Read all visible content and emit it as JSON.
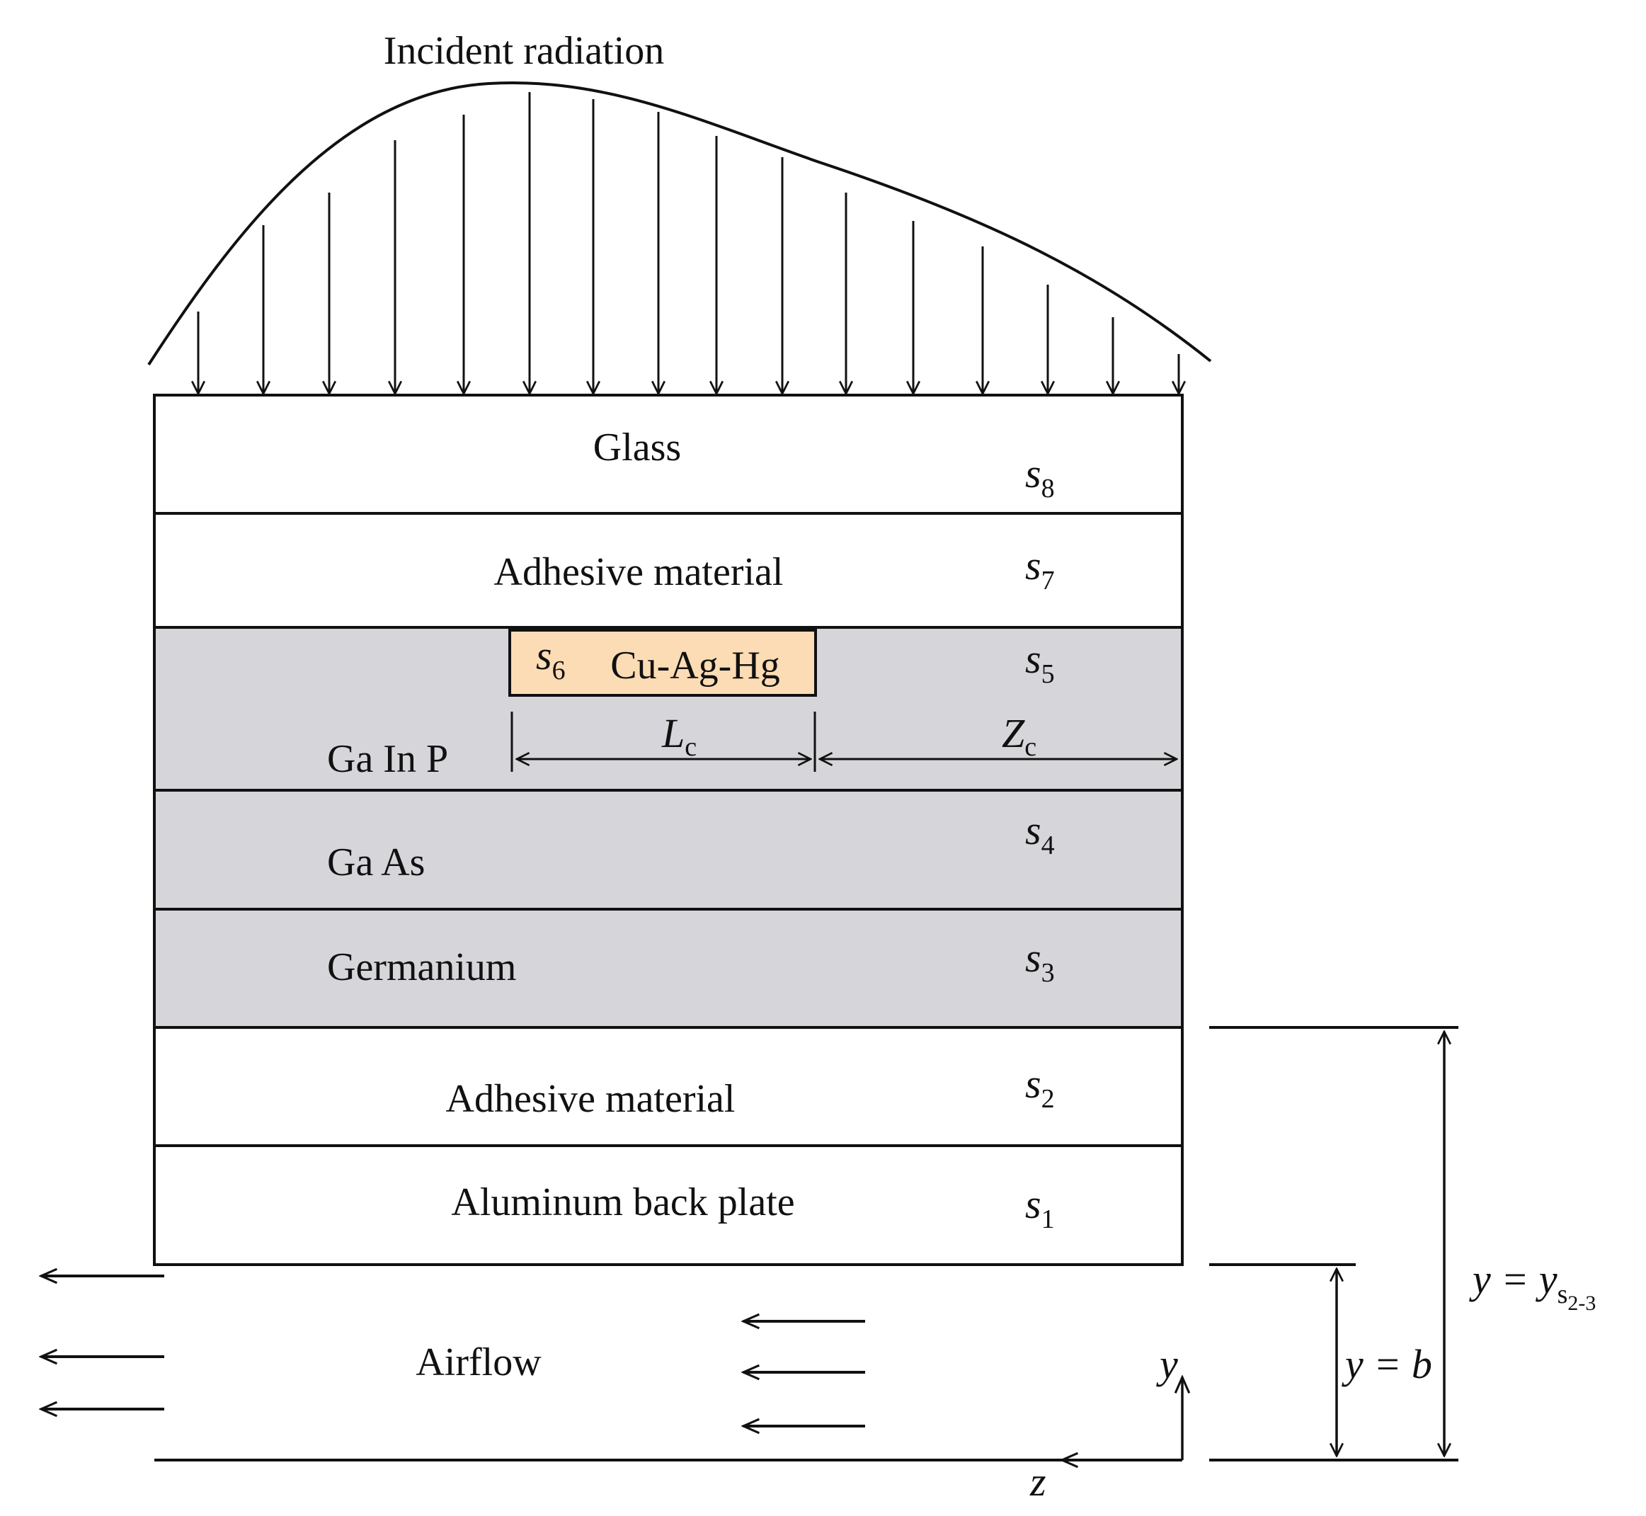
{
  "title": "Incident radiation",
  "layers": [
    {
      "id": "s8",
      "material": "Glass",
      "symbol": "s",
      "sub": "8",
      "color": "#ffffff"
    },
    {
      "id": "s7",
      "material": "Adhesive material",
      "symbol": "s",
      "sub": "7",
      "color": "#ffffff"
    },
    {
      "id": "s5",
      "material": "Ga In P",
      "symbol": "s",
      "sub": "5",
      "color": "#d6d6da"
    },
    {
      "id": "s4",
      "material": "Ga As",
      "symbol": "s",
      "sub": "4",
      "color": "#d6d6da"
    },
    {
      "id": "s3",
      "material": "Germanium",
      "symbol": "s",
      "sub": "3",
      "color": "#d6d6da"
    },
    {
      "id": "s2",
      "material": "Adhesive material",
      "symbol": "s",
      "sub": "2",
      "color": "#ffffff"
    },
    {
      "id": "s1",
      "material": "Aluminum back plate",
      "symbol": "s",
      "sub": "1",
      "color": "#ffffff"
    }
  ],
  "contact": {
    "symbol": "s",
    "sub": "6",
    "material": "Cu-Ag-Hg",
    "color": "#fcdcb4"
  },
  "dimensions": {
    "lc": {
      "symbol": "L",
      "sub": "c"
    },
    "zc": {
      "symbol": "Z",
      "sub": "c"
    }
  },
  "airflow": {
    "label": "Airflow"
  },
  "axes": {
    "y": "y",
    "z": "z"
  },
  "equations": {
    "y_b": "y = b",
    "y_s23": {
      "lhs": "y = y",
      "sub_main": "s",
      "sub_sub": "2-3"
    }
  }
}
